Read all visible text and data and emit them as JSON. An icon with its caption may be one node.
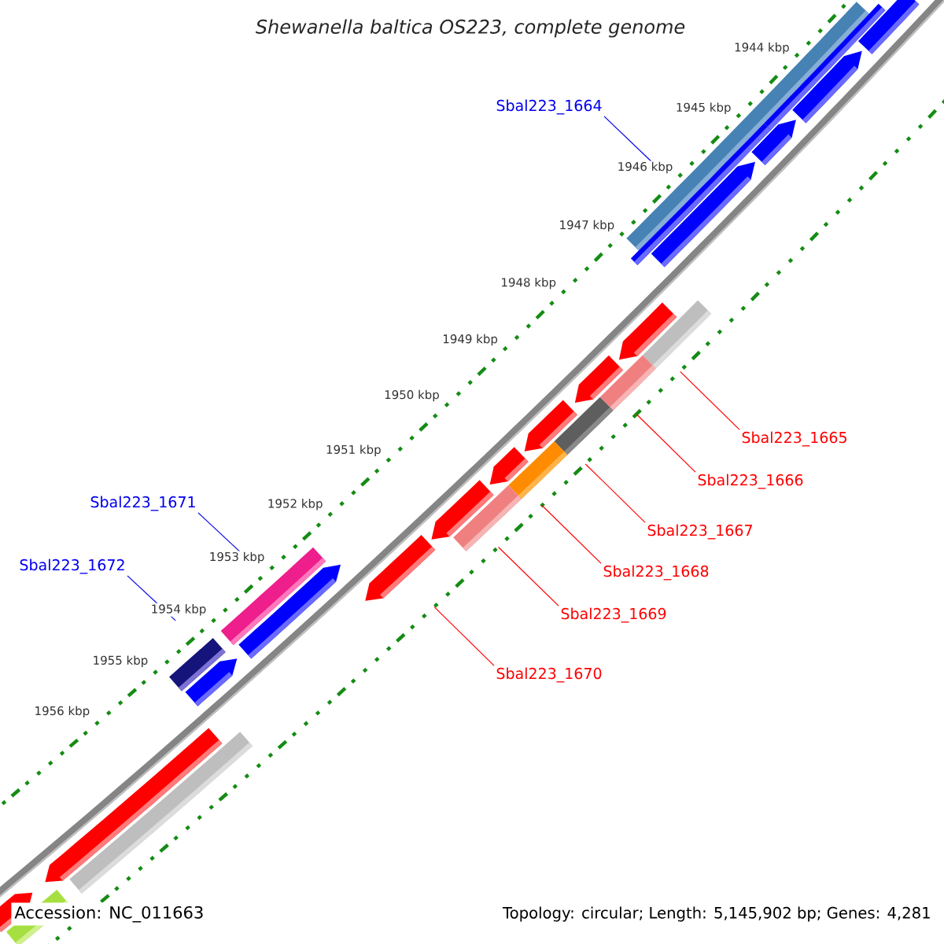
{
  "diagram": {
    "title": "Shewanella baltica OS223, complete genome",
    "nodes": [
      {
        "text": [
          "Sbal223_1664"
        ]
      },
      {
        "text": [],
        "shape": "bar"
      },
      {
        "text": [
          "Sbal223_1665"
        ]
      },
      {
        "text": [],
        "shape": "bar"
      },
      {
        "text": [
          "Sbal223_1666"
        ]
      },
      {
        "text": [],
        "shape": "bar"
      },
      {
        "text": [
          "Sbal223_1667"
        ]
      },
      {
        "text": [],
        "shape": "bar"
      },
      {
        "text": [
          "Sbal223_1668"
        ]
      },
      {
        "text": [],
        "shape": "bar"
      },
      {
        "text": [
          "Sbal223_1669"
        ]
      },
      {
        "text": [],
        "shape": "bar"
      },
      {
        "text": [
          "Sbal223_1670"
        ]
      },
      {
        "text": [],
        "shape": "arrow"
      },
      {
        "text": [
          "Sbal223_1671"
        ]
      },
      {
        "text": [],
        "shape": "bar"
      },
      {
        "text": [
          "Sbal223_1672"
        ]
      },
      {
        "text": [],
        "shape": "bar"
      },
      {
        "text": [],
        "shape": "bar"
      },
      {
        "text": [],
        "shape": "arrow"
      },
      {
        "text": [],
        "shape": "arrow"
      },
      {
        "text": [],
        "shape": "arrow"
      },
      {
        "text": [],
        "shape": "bar"
      },
      {
        "text": [],
        "shape": "bar"
      },
      {
        "text": [],
        "shape": "arrow"
      },
      {
        "text": [],
        "shape": "arrow"
      },
      {
        "text": [],
        "shape": "arrow"
      },
      {
        "text": [],
        "shape": "arrow"
      },
      {
        "text": [],
        "shape": "arrow"
      },
      {
        "text": [],
        "shape": "arrow"
      },
      {
        "text": [],
        "shape": "arrow"
      },
      {
        "text": [],
        "shape": "arrow"
      },
      {
        "text": [],
        "shape": "bar"
      },
      {
        "text": [],
        "shape": "arrow"
      },
      {
        "text": [],
        "shape": "bar"
      }
    ],
    "edges": [
      {
        "from": 0,
        "to": 1,
        "arrow": "none",
        "color": "#0000ee"
      },
      {
        "from": 2,
        "to": 3,
        "arrow": "none"
      },
      {
        "from": 4,
        "to": 5,
        "arrow": "none"
      },
      {
        "from": 6,
        "to": 7,
        "arrow": "none"
      },
      {
        "from": 8,
        "to": 9,
        "arrow": "none"
      },
      {
        "from": 10,
        "to": 11,
        "arrow": "none"
      },
      {
        "from": 12,
        "to": 13,
        "arrow": "none"
      },
      {
        "from": 14,
        "to": 15,
        "arrow": "none",
        "color": "#0000ee"
      },
      {
        "from": 16,
        "to": 17,
        "arrow": "none",
        "color": "#0000ee"
      }
    ],
    "labels": [
      "1944 kbp",
      "1945 kbp",
      "1946 kbp",
      "1947 kbp",
      "1948 kbp",
      "1949 kbp",
      "1950 kbp",
      "1951 kbp",
      "1952 kbp",
      "1953 kbp",
      "1954 kbp",
      "1955 kbp",
      "1956 kbp",
      "Accession: NC_011663",
      "Topology: circular; Length: 5,145,902 bp; Genes: 4,281"
    ]
  }
}
